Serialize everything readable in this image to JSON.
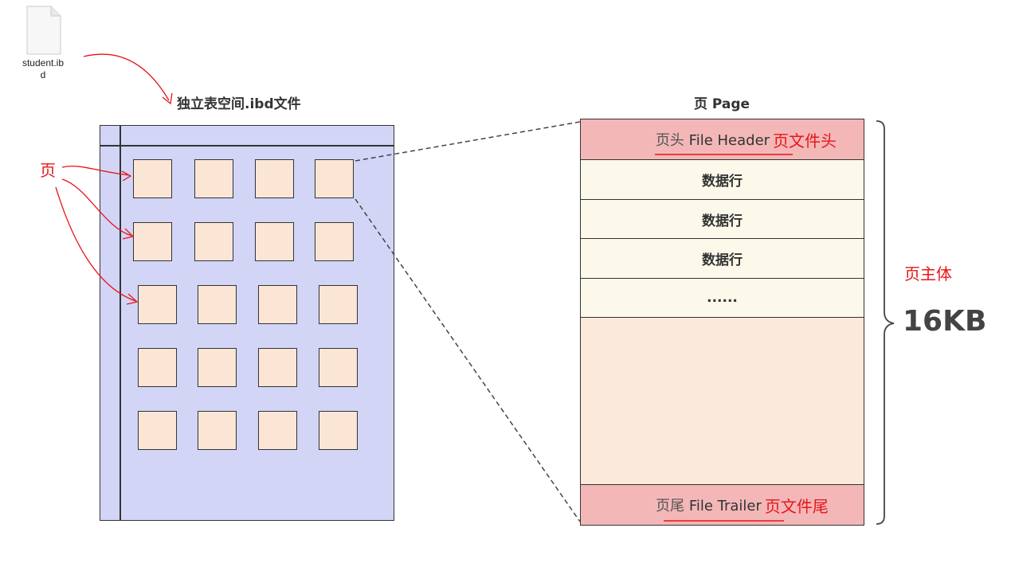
{
  "file": {
    "name_line1": "student.ib",
    "name_line2": "d",
    "icon": "document-file-icon"
  },
  "tablespace": {
    "title": "独立表空间.ibd文件",
    "rows": 5,
    "cols": 4
  },
  "page": {
    "title": "页 Page",
    "header_cn": "页头",
    "header_en": "File Header",
    "header_note": "页文件头",
    "rows": [
      "数据行",
      "数据行",
      "数据行",
      "......"
    ],
    "trailer_cn": "页尾",
    "trailer_en": "File Trailer",
    "trailer_note": "页文件尾"
  },
  "annotations": {
    "page_label": "页",
    "body_label": "页主体",
    "size_label": "16KB"
  },
  "colors": {
    "tablespace_fill": "#d3d5f7",
    "page_cell_fill": "#fbe6d6",
    "header_fill": "#f3b7b7",
    "data_row_fill": "#fcf8ea",
    "annotation_red": "#e8151a"
  }
}
